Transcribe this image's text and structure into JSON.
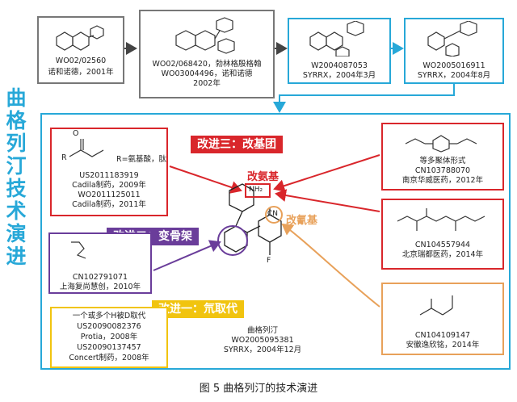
{
  "timeline": [
    {
      "codes": "WO02/02560",
      "company_year": "诺和诺德，2001年"
    },
    {
      "codes": "WO02/068420，勃林格殷格翰\nWO03004496，诺和诺德\n2002年"
    },
    {
      "codes": "W2004087053",
      "company_year": "SYRRX，2004年3月"
    },
    {
      "codes": "WO2005016911",
      "company_year": "SYRRX，2004年8月"
    }
  ],
  "vertical_title": [
    "曲",
    "格",
    "列",
    "汀",
    "技",
    "术",
    "演",
    "进"
  ],
  "banners": {
    "improve3": "改进三：改基团",
    "improve2": "改进二：变骨架",
    "improve1": "改进一：氘取代"
  },
  "labels": {
    "modify_amino_1": "改氨基",
    "modify_amino_2": "改氰基",
    "nh2": "NH₂",
    "cn": "CN",
    "f": "F",
    "r_label": "R",
    "r_desc": "R=氨基酸，肽",
    "o_label": "O"
  },
  "center": {
    "line1": "曲格列汀",
    "line2": "WO2005095381",
    "line3": "SYRRX，2004年12月"
  },
  "boxes": {
    "top_left_red": [
      "US2011183919",
      "Cadila制药，2009年",
      "WO2011125011",
      "Cadila制药，2011年"
    ],
    "purple": [
      "CN102791071",
      "上海复尚慧创，2010年"
    ],
    "yellow": [
      "一个或多个H被D取代",
      "US20090082376",
      "Protia，2008年",
      "US20090137457",
      "Concert制药，2008年"
    ],
    "right_red_top": [
      "等多聚体形式",
      "CN103788070",
      "南京华威医药，2012年"
    ],
    "right_red_mid": [
      "CN104557944",
      "北京瑞都医药，2014年"
    ],
    "orange": [
      "CN104109147",
      "安徽逸欣铭，2014年"
    ]
  },
  "caption": "图 5  曲格列汀的技术演进",
  "colors": {
    "blue": "#27a8d8",
    "red": "#d9262b",
    "purple": "#6a3d9a",
    "yellow": "#f1c40f",
    "orange": "#e8a15a",
    "grey": "#777777"
  }
}
